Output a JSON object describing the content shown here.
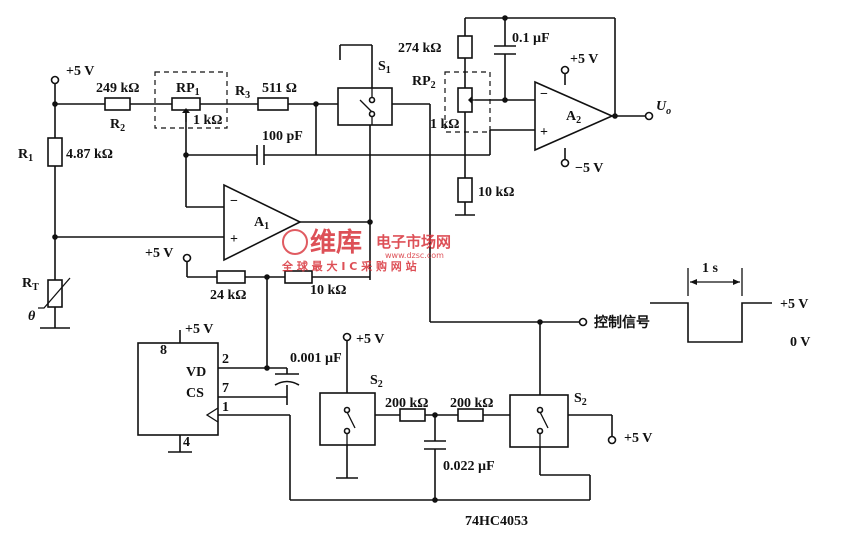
{
  "labels": {
    "vcc_top_left": "+5 V",
    "r2_value": "249 kΩ",
    "r2_name": "R",
    "r2_sub": "2",
    "rp1_name": "RP",
    "rp1_sub": "1",
    "rp1_value": "1 kΩ",
    "r3_name": "R",
    "r3_sub": "3",
    "r3_value": "511 Ω",
    "s1_name": "S",
    "s1_sub": "1",
    "r_274": "274 kΩ",
    "c_01": "0.1 µF",
    "vcc_a2": "+5 V",
    "rp2_name": "RP",
    "rp2_sub": "2",
    "rp2_value": "1 kΩ",
    "a2_name": "A",
    "a2_sub": "2",
    "vee_a2": "−5 V",
    "uo_name": "U",
    "uo_sub": "o",
    "r1_name": "R",
    "r1_sub": "1",
    "r1_value": "4.87 kΩ",
    "c_100p": "100 pF",
    "r_10k_right": "10 kΩ",
    "a1_name": "A",
    "a1_sub": "1",
    "vcc_mid": "+5 V",
    "r_24k": "24 kΩ",
    "r_10k_mid": "10 kΩ",
    "rt_name": "R",
    "rt_sub": "T",
    "theta": "θ",
    "ctrl_signal": "控制信号",
    "pulse_width": "1 s",
    "level_high": "+5 V",
    "level_low": "0 V",
    "ic_vcc": "+5 V",
    "pin8": "8",
    "pin2": "2",
    "pin7": "7",
    "pin1": "1",
    "pin4": "4",
    "vd": "VD",
    "cs": "CS",
    "c_0001": "0.001 µF",
    "s2_vcc": "+5 V",
    "s2a_name": "S",
    "s2a_sub": "2",
    "r_200k_a": "200 kΩ",
    "r_200k_b": "200 kΩ",
    "s2b_name": "S",
    "s2b_sub": "2",
    "s2b_vcc": "+5 V",
    "c_0022": "0.022 µF",
    "chip_name": "74HC4053"
  },
  "watermark": {
    "brand": "维库",
    "site_cn": "电子市场网",
    "url": "www.dzsc.com",
    "slogan": "全 球 最 大 I C 采 购 网 站",
    "color": "#d8323a"
  }
}
